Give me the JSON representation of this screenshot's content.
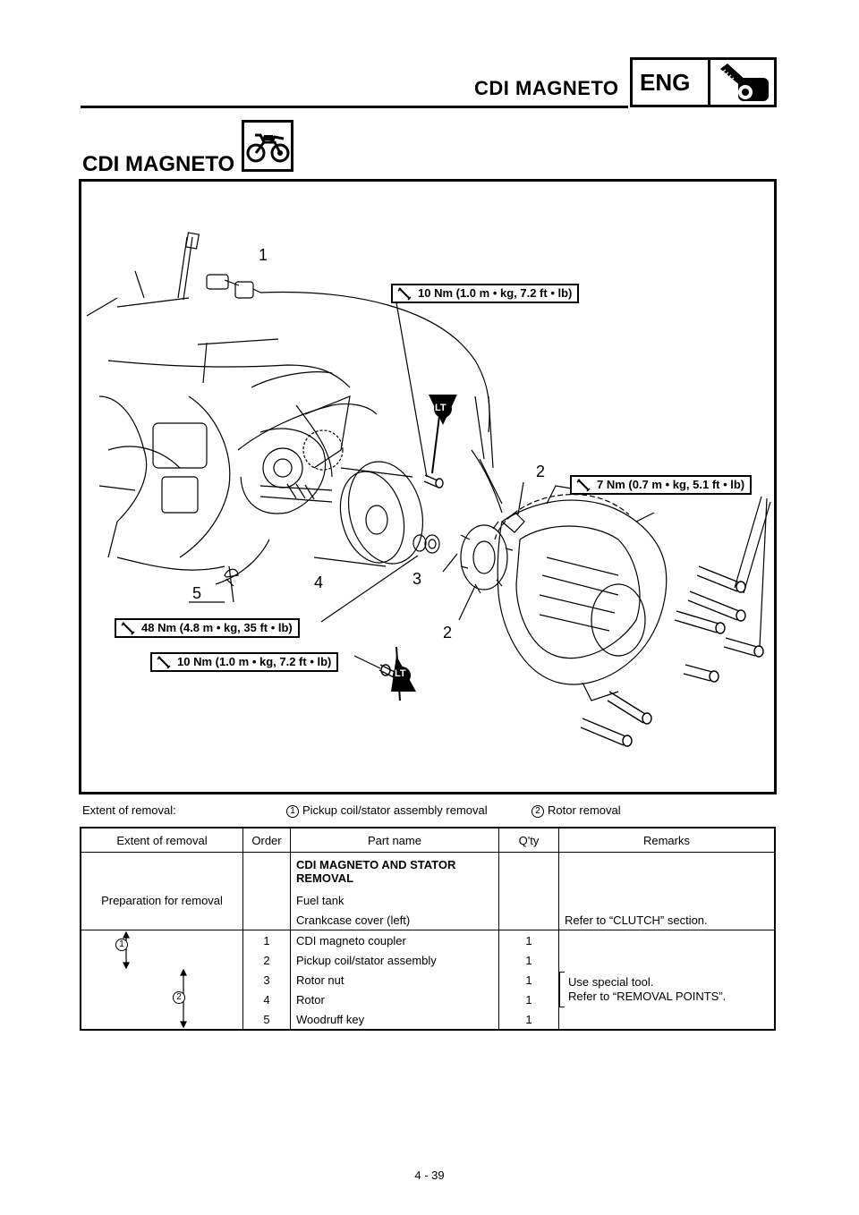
{
  "header": {
    "section_title": "CDI MAGNETO",
    "chapter_tag": "ENG"
  },
  "page_title": "CDI MAGNETO",
  "figure": {
    "torque_specs": [
      "10 Nm (1.0 m • kg, 7.2 ft • lb)",
      "7 Nm (0.7 m • kg, 5.1 ft • lb)",
      "48 Nm (4.8 m • kg, 35 ft • lb)",
      "10 Nm (1.0 m • kg, 7.2 ft • lb)"
    ],
    "callouts": [
      "1",
      "2",
      "2",
      "3",
      "4",
      "5"
    ],
    "lt_labels": [
      "LT",
      "LT"
    ]
  },
  "extent": {
    "label": "Extent of removal:",
    "items": [
      {
        "num": "1",
        "text": "Pickup coil/stator assembly removal"
      },
      {
        "num": "2",
        "text": "Rotor removal"
      }
    ]
  },
  "table": {
    "headers": [
      "Extent of removal",
      "Order",
      "Part name",
      "Q'ty",
      "Remarks"
    ],
    "heading_row": "CDI MAGNETO AND STATOR REMOVAL",
    "prep_label": "Preparation for removal",
    "prep_rows": [
      {
        "part": "Fuel tank",
        "remarks": ""
      },
      {
        "part": "Crankcase cover (left)",
        "remarks": "Refer to “CLUTCH” section."
      }
    ],
    "extent_marks": [
      "1",
      "2"
    ],
    "rows": [
      {
        "order": "1",
        "part": "CDI magneto coupler",
        "qty": "1"
      },
      {
        "order": "2",
        "part": "Pickup coil/stator assembly",
        "qty": "1"
      },
      {
        "order": "3",
        "part": "Rotor nut",
        "qty": "1"
      },
      {
        "order": "4",
        "part": "Rotor",
        "qty": "1"
      },
      {
        "order": "5",
        "part": "Woodruff key",
        "qty": "1"
      }
    ],
    "remark_lines": [
      "Use special tool.",
      "Refer to “REMOVAL POINTS”."
    ]
  },
  "page_number": "4 - 39"
}
